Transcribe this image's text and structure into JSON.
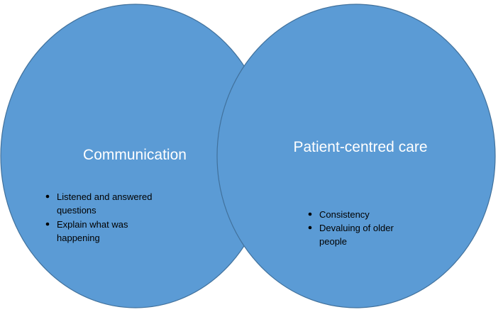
{
  "diagram": {
    "type": "venn",
    "circles": [
      {
        "title": "Communication",
        "items": [
          [
            "Listened and answered",
            "questions"
          ],
          [
            "Explain what was",
            "happening"
          ]
        ]
      },
      {
        "title": "Patient-centred care",
        "items": [
          [
            "Consistency"
          ],
          [
            "Devaluing of older",
            "people"
          ]
        ]
      }
    ],
    "colors": {
      "fill": "#5b9bd5",
      "stroke": "#41719c",
      "title_text": "#ffffff",
      "bullet_text": "#000000"
    }
  }
}
